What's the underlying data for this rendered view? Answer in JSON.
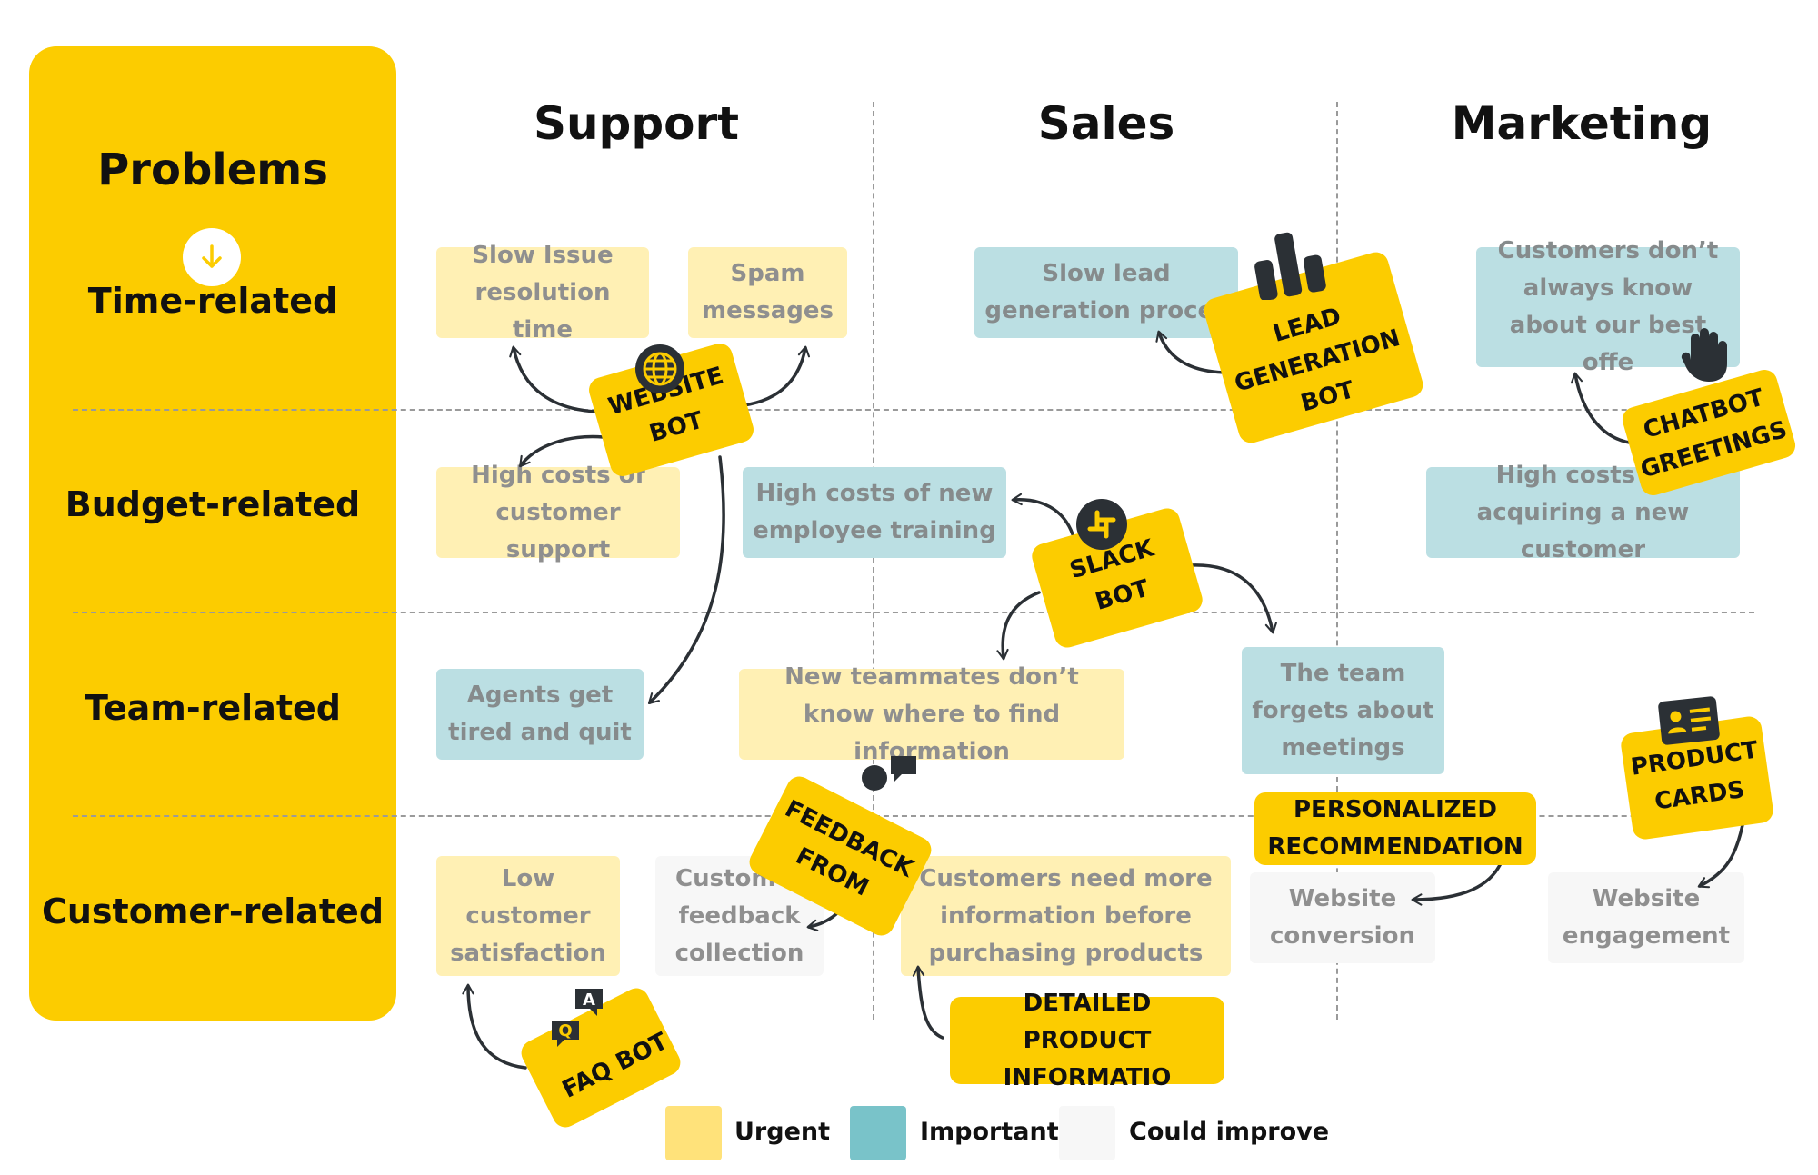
{
  "sidebar": {
    "title": "Problems",
    "rows": [
      "Time-related",
      "Budget-related",
      "Team-related",
      "Customer-related"
    ]
  },
  "columns": [
    "Support",
    "Sales",
    "Marketing"
  ],
  "cards": {
    "slow_issue": "Slow Issue resolution time",
    "spam": "Spam messages",
    "slow_lead": "Slow lead generation proces",
    "customers_dont_know": "Customers don’t always know about our best offe",
    "high_costs_support": "High costs of customer support",
    "high_costs_training": "High costs of new employee training",
    "high_costs_acquiring": "High costs of acquiring a new customer",
    "agents_tired": "Agents get tired and quit",
    "new_teammates": "New teammates don’t know where to find information",
    "team_forgets": "The team forgets about meetings",
    "low_satisfaction": "Low customer satisfaction",
    "feedback_collection": "Customer feedback collection",
    "need_more_info": "Customers need more information before purchasing products",
    "website_conversion": "Website conversion",
    "website_engagement": "Website engagement"
  },
  "bots": {
    "website_bot": "WEBSITE BOT",
    "lead_gen_bot": "LEAD GENERATION BOT",
    "chatbot_greetings": "CHATBOT GREETINGS",
    "slack_bot": "SLACK BOT",
    "feedback_from": "FEEDBACK FROM",
    "personalized": "PERSONALIZED RECOMMENDATION",
    "product_cards": "PRODUCT CARDS",
    "faq_bot": "FAQ BOT",
    "detailed_product": "DETAILED PRODUCT INFORMATIO",
    "faq_q": "Q",
    "faq_a": "A"
  },
  "legend": [
    {
      "label": "Urgent",
      "color": "#ffe27a"
    },
    {
      "label": "Important",
      "color": "#79c3c9"
    },
    {
      "label": "Could improve",
      "color": "#f7f7f7"
    }
  ],
  "colors": {
    "accent_yellow": "#fccc00",
    "urgent_card": "#fff0b4",
    "important_card": "#bbdfe3",
    "could_card": "#f7f7f7",
    "ink": "#2b3035"
  },
  "icons": [
    "arrow-down-icon",
    "globe-icon",
    "bar-chart-icon",
    "hand-wave-icon",
    "slack-icon",
    "chat-bubbles-icon",
    "id-card-icon",
    "qa-bubbles-icon"
  ]
}
